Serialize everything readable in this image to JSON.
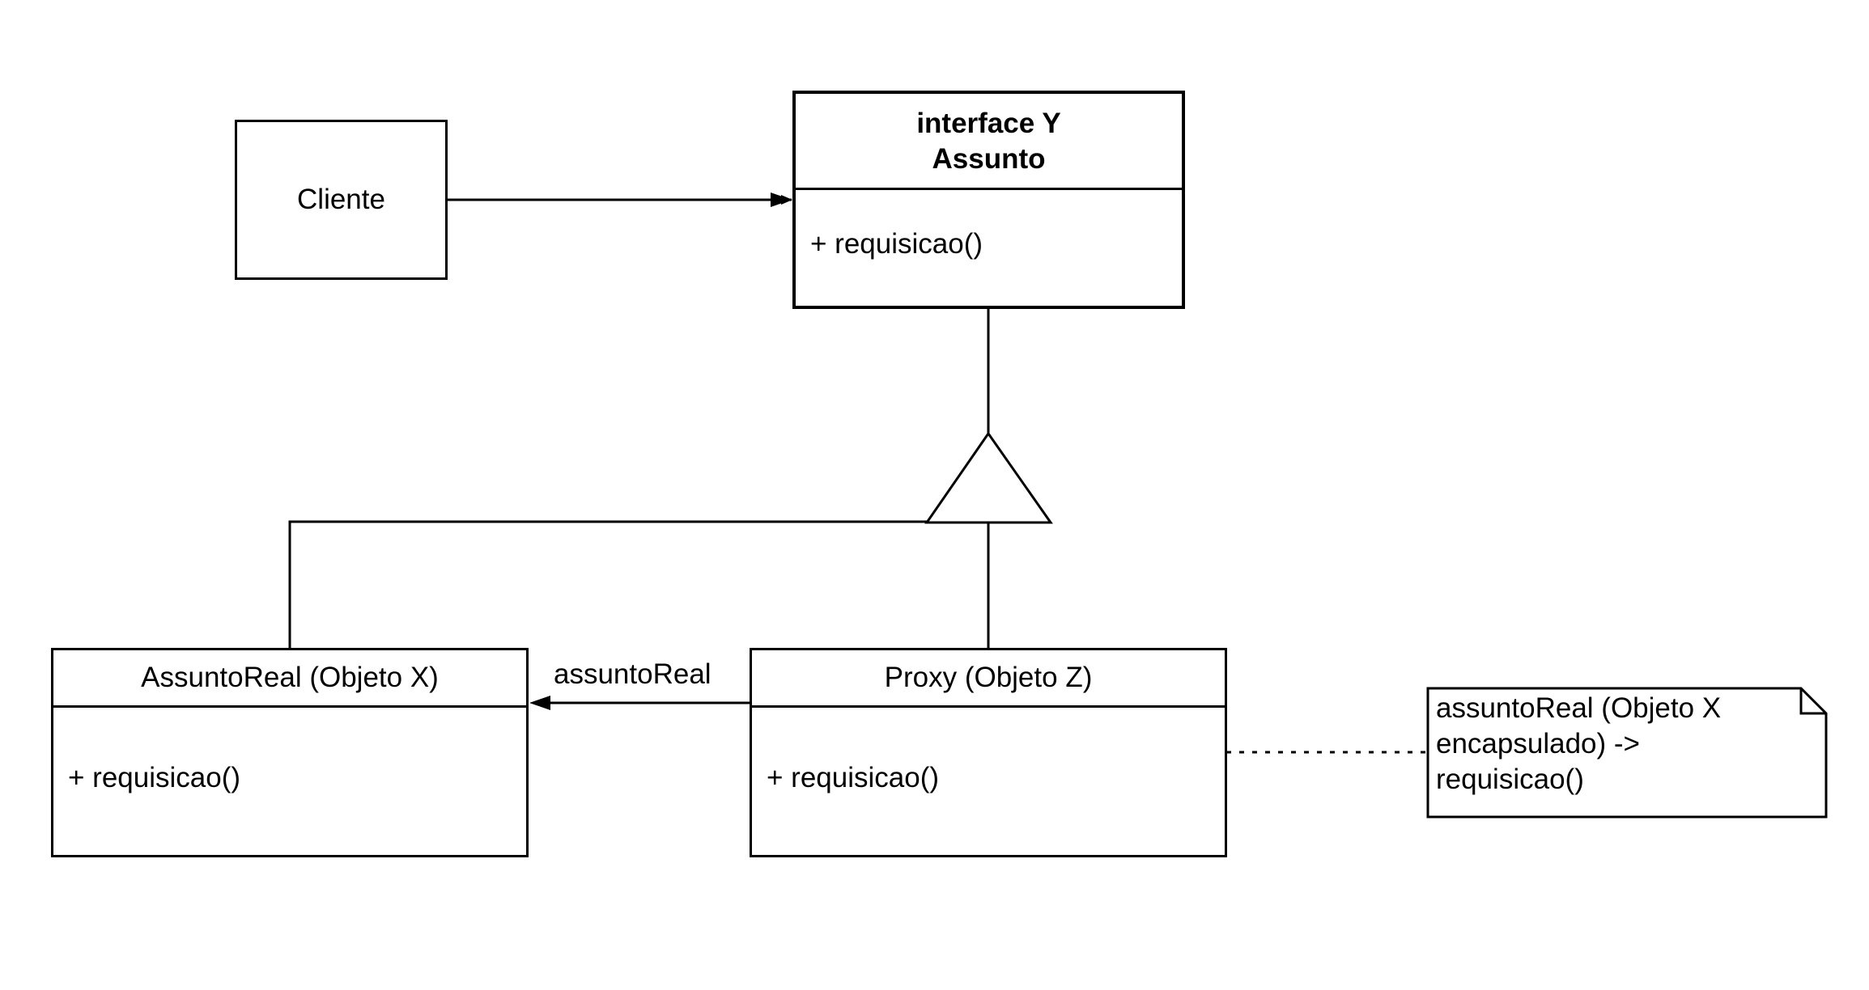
{
  "cliente": {
    "label": "Cliente"
  },
  "interface": {
    "stereotype": "interface Y",
    "name": "Assunto",
    "method": "+ requisicao()"
  },
  "assunto_real": {
    "name": "AssuntoReal (Objeto X)",
    "method": "+ requisicao()"
  },
  "proxy": {
    "name": "Proxy (Objeto Z)",
    "method": "+ requisicao()"
  },
  "association": {
    "label": "assuntoReal"
  },
  "note": {
    "lines": [
      "assuntoReal (Objeto X",
      "encapsulado) ->",
      "requisicao()"
    ]
  },
  "colors": {
    "stroke": "#000000",
    "background": "#ffffff"
  }
}
